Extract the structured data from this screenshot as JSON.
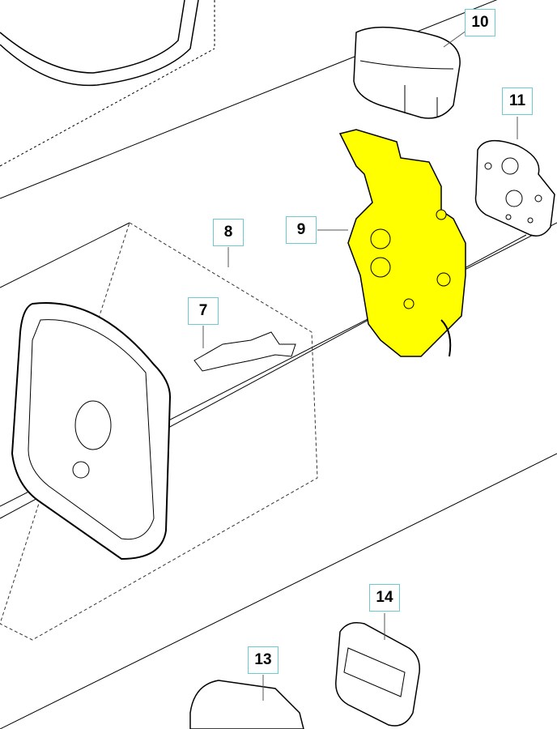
{
  "diagram": {
    "callouts": [
      {
        "id": "7",
        "label": "7"
      },
      {
        "id": "8",
        "label": "8"
      },
      {
        "id": "9",
        "label": "9"
      },
      {
        "id": "10",
        "label": "10"
      },
      {
        "id": "11",
        "label": "11"
      },
      {
        "id": "13",
        "label": "13"
      },
      {
        "id": "14",
        "label": "14"
      }
    ],
    "colors": {
      "highlight": "#ffff00",
      "callout_border": "#6ccbcf",
      "line": "#000000"
    },
    "highlighted_part": "9"
  }
}
